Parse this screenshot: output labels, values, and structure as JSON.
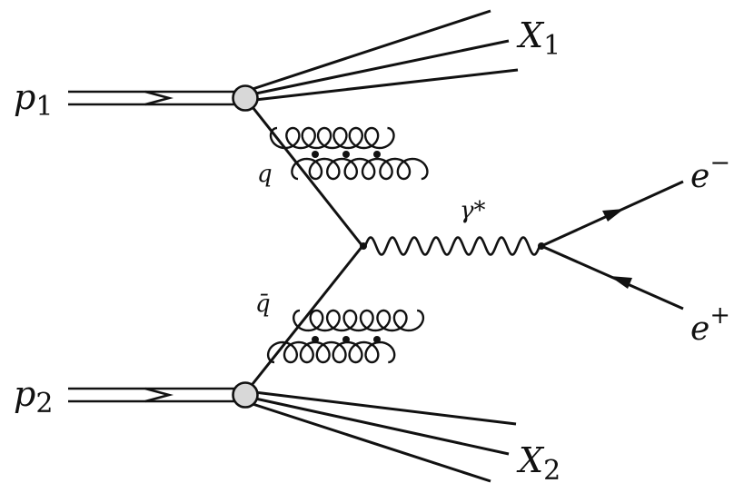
{
  "labels": {
    "p1": {
      "main": "p",
      "sub": "1"
    },
    "p2": {
      "main": "p",
      "sub": "2"
    },
    "x1": {
      "main": "X",
      "sub": "1"
    },
    "x2": {
      "main": "X",
      "sub": "2"
    },
    "q": "q",
    "qbar": "q̄",
    "photon": "γ*",
    "electron": {
      "main": "e",
      "sup": "−"
    },
    "positron": {
      "main": "e",
      "sup": "+"
    }
  },
  "colors": {
    "line": "#111111",
    "blob_fill": "#d8d8d8"
  },
  "icons": {
    "proton_arrow": "double-line-arrow",
    "hadron_blob": "circle",
    "gluon": "coil",
    "photon": "wavy-line",
    "lepton_arrow": "triangle-arrowhead"
  }
}
